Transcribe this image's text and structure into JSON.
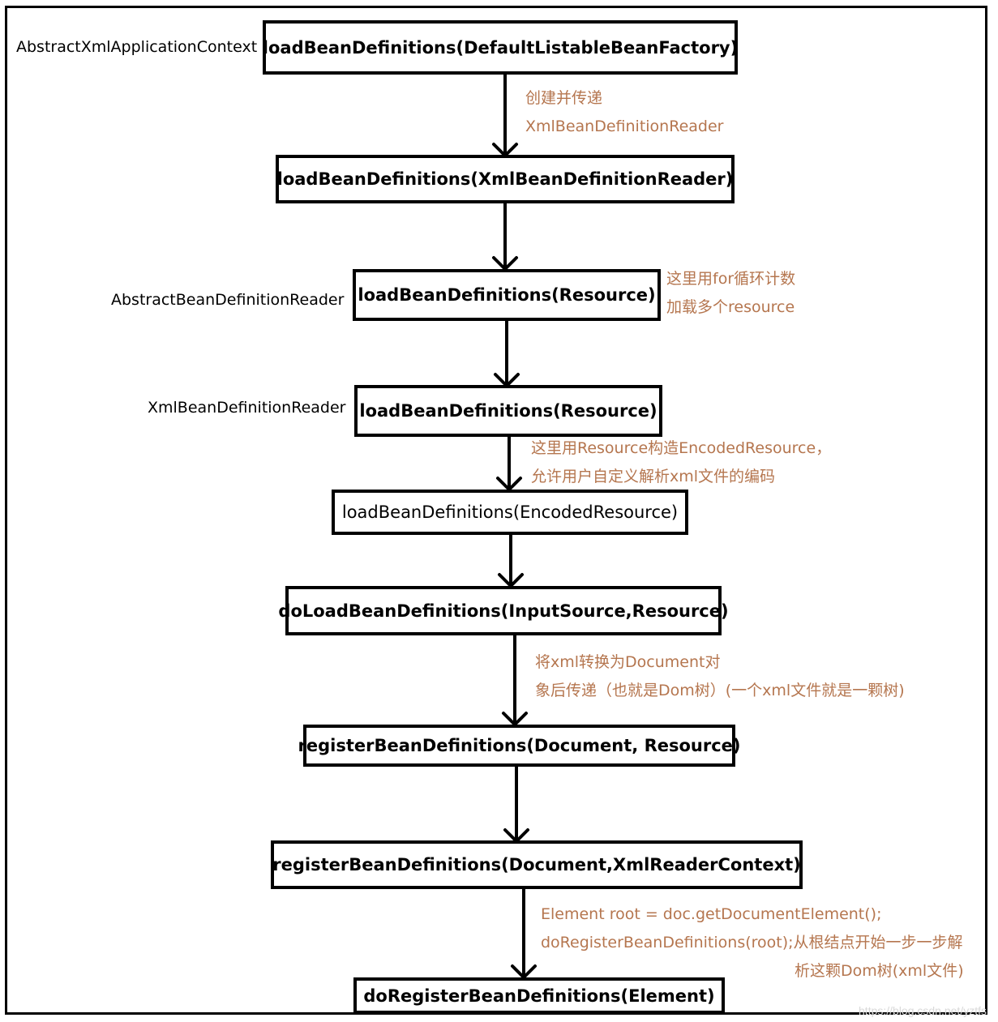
{
  "boxes": [
    {
      "label": "loadBeanDefinitions(DefaultListableBeanFactory)",
      "bold": true
    },
    {
      "label": "loadBeanDefinitions(XmlBeanDefinitionReader)",
      "bold": true
    },
    {
      "label": "loadBeanDefinitions(Resource)",
      "bold": true
    },
    {
      "label": "loadBeanDefinitions(Resource)",
      "bold": true
    },
    {
      "label": "loadBeanDefinitions(EncodedResource)",
      "bold": false
    },
    {
      "label": "doLoadBeanDefinitions(InputSource,Resource)",
      "bold": true
    },
    {
      "label": "registerBeanDefinitions(Document, Resource)",
      "bold": true
    },
    {
      "label": "registerBeanDefinitions(Document,XmlReaderContext)",
      "bold": true
    },
    {
      "label": "doRegisterBeanDefinitions(Element)",
      "bold": true
    }
  ],
  "context_labels": {
    "abstract_xml_application_context": "AbstractXmlApplicationContext",
    "abstract_bean_definition_reader": "AbstractBeanDefinitionReader",
    "xml_bean_definition_reader": "XmlBeanDefinitionReader"
  },
  "notes": {
    "create_reader": [
      "创建并传递",
      "XmlBeanDefinitionReader"
    ],
    "for_loop": [
      "这里用for循环计数",
      "加载多个resource"
    ],
    "encoded_resource": [
      "这里用Resource构造EncodedResource，",
      "允许用户自定义解析xml文件的编码"
    ],
    "xml_to_document": [
      "将xml转换为Document对",
      "象后传递（也就是Dom树）(一个xml文件就是一颗树)"
    ],
    "root_element": [
      "Element root = doc.getDocumentElement();",
      "doRegisterBeanDefinitions(root);从根结点开始一步一步解",
      "析这颗Dom树(xml文件)"
    ]
  },
  "watermark": "https://blog.csdn.net/yztfs",
  "colors": {
    "note": "#b5764f",
    "line": "#000000"
  }
}
